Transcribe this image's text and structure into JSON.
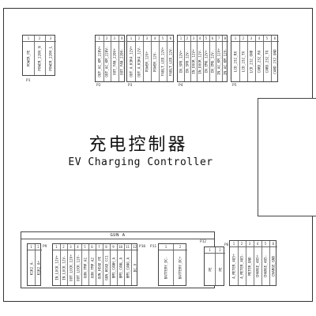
{
  "title_cn": "充电控制器",
  "title_en": "EV Charging Controller",
  "connectors": {
    "p1": {
      "label": "P1",
      "pins": [
        {
          "num": "1",
          "signal": "POWER_PE"
        },
        {
          "num": "2",
          "signal": "POWER_220V_N"
        },
        {
          "num": "3",
          "signal": "POWER_220V_L"
        }
      ]
    },
    "p2": {
      "label": "P2",
      "pins": [
        {
          "num": "1",
          "signal": "OUT_AC_KM_220V+"
        },
        {
          "num": "2",
          "signal": "OUT_AC_KM_220V-"
        },
        {
          "num": "3",
          "signal": "OUT_FAN_220V+"
        },
        {
          "num": "4",
          "signal": "OUT_FAN_220V-"
        }
      ]
    },
    "p3": {
      "label": "P3",
      "pins": [
        {
          "num": "1",
          "signal": "OUT_A_K3K4_12V+"
        },
        {
          "num": "2",
          "signal": "OUT_A_K3K4_12V-"
        },
        {
          "num": "3",
          "signal": "POWER_12V+"
        },
        {
          "num": "4",
          "signal": "POWER_12V-"
        },
        {
          "num": "5",
          "signal": "FAULT_LED_12V+"
        },
        {
          "num": "6",
          "signal": "FAULT_LED_12V-"
        }
      ]
    },
    "p4": {
      "label": "P4",
      "pins": [
        {
          "num": "1",
          "signal": "IN_SPD_12V+"
        },
        {
          "num": "2",
          "signal": "IN_SPD_12V-"
        },
        {
          "num": "3",
          "signal": "IN_DOOR_12V+"
        },
        {
          "num": "4",
          "signal": "IN_DOOR_12V-"
        },
        {
          "num": "5",
          "signal": "IN_EMG_12V+"
        },
        {
          "num": "6",
          "signal": "IN_EMG_12V-"
        },
        {
          "num": "7",
          "signal": "IN_AC_KM_12V+"
        },
        {
          "num": "8",
          "signal": "IN_AC_KM_12V-"
        }
      ]
    },
    "p5": {
      "label": "P5",
      "pins": [
        {
          "num": "1",
          "signal": "LCD_232_RX"
        },
        {
          "num": "2",
          "signal": "LCD_232_TX"
        },
        {
          "num": "3",
          "signal": "LCD_232_GND"
        },
        {
          "num": "4",
          "signal": "CARD_232_RX"
        },
        {
          "num": "5",
          "signal": "CARD_232_TX"
        },
        {
          "num": "6",
          "signal": "CARD_232_GND"
        }
      ]
    },
    "gun": {
      "title": "GUN A",
      "p9": {
        "label": "P9",
        "pins": [
          {
            "num": "1",
            "signal": "K1K2_A-"
          },
          {
            "num": "2",
            "signal": "K1K2_A+"
          }
        ]
      },
      "p10": {
        "label": "P10",
        "pins": [
          {
            "num": "1",
            "signal": "IN_LOCK_12V+"
          },
          {
            "num": "2",
            "signal": "IN_LOCK_12V-"
          },
          {
            "num": "3",
            "signal": "OUT_LOCK_12V+"
          },
          {
            "num": "4",
            "signal": "OUT_LOCK_12V-"
          },
          {
            "num": "5",
            "signal": "GUN_TMP_A1"
          },
          {
            "num": "6",
            "signal": "GUN_TMP_A2"
          },
          {
            "num": "7",
            "signal": "GUN_HEAD_PE"
          },
          {
            "num": "8",
            "signal": "GUN_HEAD_CC1"
          },
          {
            "num": "9",
            "signal": "BMS_CANH_A"
          },
          {
            "num": "10",
            "signal": "BMS_CANL_A"
          },
          {
            "num": "11",
            "signal": "BMS_CANG_A"
          },
          {
            "num": "12",
            "signal": "DC_V"
          }
        ]
      },
      "p11": {
        "label": "P11",
        "pins": [
          {
            "num": "1",
            "signal": "BATTERY_DC-"
          },
          {
            "num": "2",
            "signal": "BATTERY_DC+"
          }
        ]
      }
    },
    "p12": {
      "label": "P12",
      "pins": [
        {
          "num": "1",
          "signal": "PE"
        },
        {
          "num": "2",
          "signal": "PE"
        }
      ]
    },
    "p6": {
      "label": "P6",
      "pins": [
        {
          "num": "1",
          "signal": "A_METER_485+"
        },
        {
          "num": "2",
          "signal": "A_METER_485-"
        },
        {
          "num": "3",
          "signal": "METER_GND"
        },
        {
          "num": "4",
          "signal": "CHARGE_485+"
        },
        {
          "num": "5",
          "signal": "CHARGE_485-"
        },
        {
          "num": "6",
          "signal": "CHARGE_GND"
        }
      ]
    }
  }
}
